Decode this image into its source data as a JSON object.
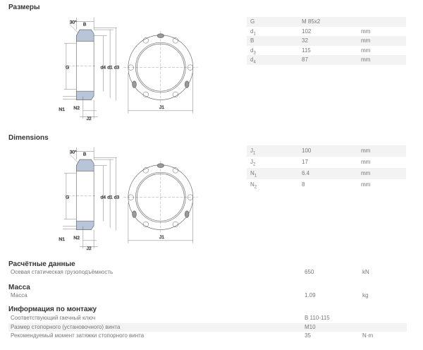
{
  "sections": {
    "sizes_ru": "Размеры",
    "dimensions": "Dimensions",
    "calc": "Расчётные данные",
    "mass": "Масса",
    "mounting": "Информация по монтажу"
  },
  "drawing_labels": {
    "angle": "30°",
    "B": "B",
    "G": "G",
    "d4": "d4",
    "d1": "d1",
    "d3": "d3",
    "N1": "N1",
    "N2": "N2",
    "J2": "J2",
    "J1": "J1"
  },
  "table1": [
    {
      "name": "G",
      "value": "M 85x2",
      "unit": ""
    },
    {
      "name": "d",
      "sub": "1",
      "value": "102",
      "unit": "mm"
    },
    {
      "name": "B",
      "value": "32",
      "unit": "mm"
    },
    {
      "name": "d",
      "sub": "3",
      "value": "115",
      "unit": "mm"
    },
    {
      "name": "d",
      "sub": "4",
      "value": "87",
      "unit": "mm"
    }
  ],
  "table2": [
    {
      "name": "J",
      "sub": "1",
      "value": "100",
      "unit": "mm"
    },
    {
      "name": "J",
      "sub": "2",
      "value": "17",
      "unit": "mm"
    },
    {
      "name": "N",
      "sub": "1",
      "value": "6.4",
      "unit": "mm"
    },
    {
      "name": "N",
      "sub": "2",
      "value": "8",
      "unit": "mm"
    }
  ],
  "calc": [
    {
      "label": "Осевая статическая грузоподъёмность",
      "value": "650",
      "unit": "kN"
    }
  ],
  "mass": [
    {
      "label": "Масса",
      "value": "1.09",
      "unit": "kg"
    }
  ],
  "mounting": [
    {
      "label": "Соответствующий гаечный ключ",
      "value": "B 110-115",
      "unit": ""
    },
    {
      "label": "Размер стопорного (установочного) винта",
      "value": "M10",
      "unit": ""
    },
    {
      "label": "Рекомендуемый момент затяжки стопорного винта",
      "value": "35",
      "unit": "N·m"
    }
  ]
}
